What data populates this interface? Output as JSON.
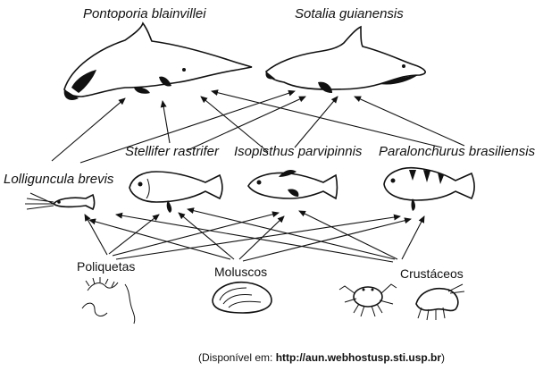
{
  "labels": {
    "pontoporia": "Pontoporia blainvillei",
    "sotalia": "Sotalia guianensis",
    "stellifer": "Stellifer rastrifer",
    "isopisthus": "Isopisthus parvipinnis",
    "paralonchurus": "Paralonchurus brasiliensis",
    "lolliguncula": "Lolliguncula brevis",
    "poliquetas": "Poliquetas",
    "moluscos": "Moluscos",
    "crustaceos": "Crustáceos"
  },
  "source": {
    "prefix": "(Disponível em: ",
    "url": "http://aun.webhostusp.sti.usp.br",
    "suffix": ")"
  },
  "icons": {
    "pontoporia": "dolphin-icon",
    "sotalia": "dolphin-icon",
    "stellifer": "fish-icon",
    "isopisthus": "fish-icon",
    "paralonchurus": "fish-icon",
    "lolliguncula": "squid-icon",
    "poliquetas": "worm-icon",
    "moluscos": "clam-icon",
    "crustaceos": "crab-icon"
  }
}
